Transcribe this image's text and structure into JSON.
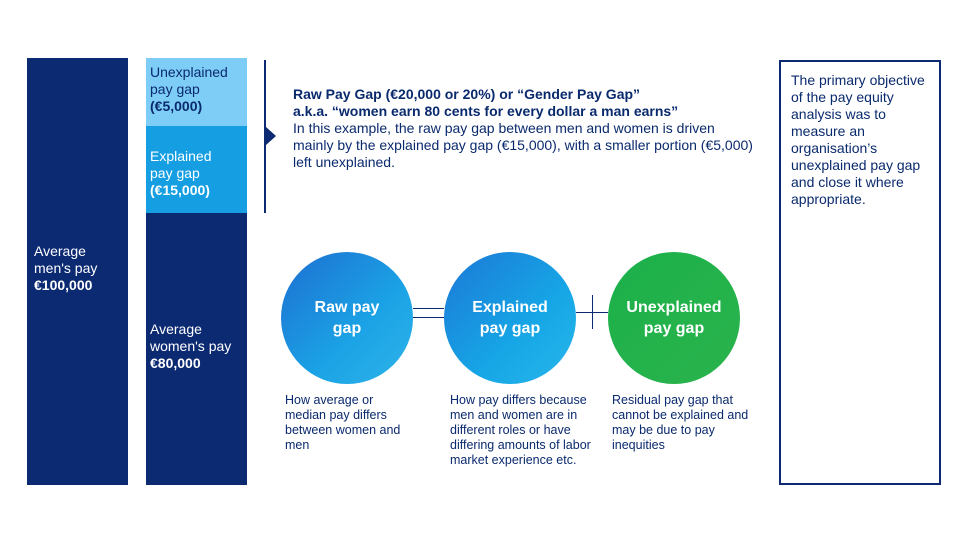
{
  "bars": {
    "men": {
      "label": "Average men's pay",
      "value": "€100,000"
    },
    "unexplained": {
      "label": "Unexplained pay gap",
      "value": "(€5,000)"
    },
    "explained": {
      "label": "Explained pay gap",
      "value": "(€15,000)"
    },
    "women": {
      "label": "Average women's pay",
      "value": "€80,000"
    }
  },
  "description": {
    "heading1": "Raw Pay Gap (€20,000 or 20%) or “Gender Pay Gap”",
    "heading2": "a.k.a. “women earn 80 cents for every dollar a man earns”",
    "body": "In this example, the raw pay gap between men and women is driven mainly by the explained pay gap (€15,000), with a smaller portion (€5,000) left unexplained."
  },
  "circles": {
    "raw": {
      "label": "Raw pay gap",
      "caption": "How average or median pay differs between women and men"
    },
    "explained": {
      "label": "Explained pay gap",
      "caption": "How pay differs because men and women are in different roles or have differing amounts of labor market experience etc."
    },
    "unexplained": {
      "label": "Unexplained pay gap",
      "caption": "Residual pay gap that cannot be explained and may be due to pay inequities"
    }
  },
  "objective": "The primary objective of the pay equity analysis was to measure an organisation’s unexplained pay gap and close it where appropriate.",
  "colors": {
    "navy": "#0c2a72",
    "light_blue": "#7dcdf7",
    "mid_blue": "#159ee2",
    "green": "#1bb04a"
  }
}
